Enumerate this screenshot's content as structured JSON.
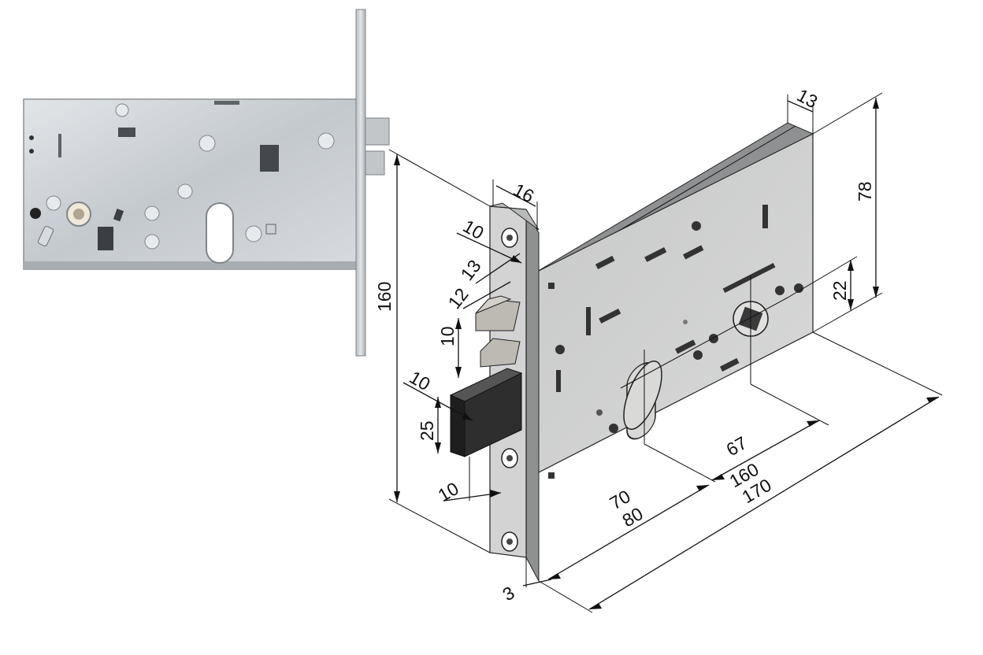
{
  "dimensions": {
    "faceplate_width": "16",
    "case_depth": "13",
    "overall_height": "160",
    "case_height": "78",
    "handle_offset": "22",
    "latch_top": "10",
    "latch_width": "13",
    "latch_gap": "12",
    "latch_lower": "10",
    "bolt_offset_top": "10",
    "bolt_height": "25",
    "bolt_projection": "10",
    "cylinder_to_handle": "67",
    "backset_70": "70",
    "backset_80": "80",
    "case_length_160": "160",
    "case_length_170": "170",
    "faceplate_thickness": "3"
  },
  "colors": {
    "photo_steel": "#c9ced3",
    "drawing_steel": "#cfd0d0",
    "drawing_top": "#8e9091",
    "bolt": "#2f2e2e",
    "latch": "#bdbab3"
  }
}
